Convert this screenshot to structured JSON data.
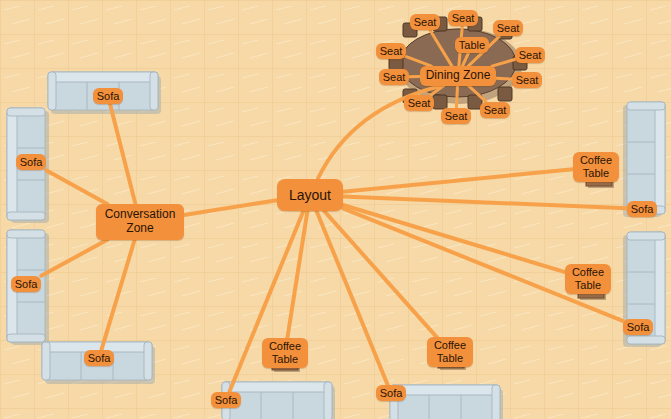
{
  "diagram": {
    "nodes": [
      {
        "text": [
          "Seat"
        ]
      },
      {
        "text": [
          "Seat"
        ]
      },
      {
        "text": [
          "Seat"
        ]
      },
      {
        "text": [
          "Table"
        ]
      },
      {
        "text": [
          "Seat"
        ]
      },
      {
        "text": [
          "Seat"
        ]
      },
      {
        "text": [
          "Dining Zone"
        ]
      },
      {
        "text": [
          "Seat"
        ]
      },
      {
        "text": [
          "Seat"
        ]
      },
      {
        "text": [
          "Sofa"
        ]
      },
      {
        "text": [
          "Seat"
        ]
      },
      {
        "text": [
          "Seat"
        ]
      },
      {
        "text": [
          "Seat"
        ]
      },
      {
        "text": [
          "Sofa"
        ]
      },
      {
        "text": [
          "Coffee Table"
        ]
      },
      {
        "text": [
          "Layout"
        ]
      },
      {
        "text": [
          "Sofa"
        ]
      },
      {
        "text": [
          "Conversation Zone"
        ]
      },
      {
        "text": [
          "Coffee Table"
        ]
      },
      {
        "text": [
          "Sofa"
        ]
      },
      {
        "text": [
          "Sofa"
        ]
      },
      {
        "text": [
          "Coffee Table"
        ]
      },
      {
        "text": [
          "Coffee Table"
        ]
      },
      {
        "text": [
          "Sofa"
        ]
      },
      {
        "text": [
          "Sofa"
        ]
      },
      {
        "text": [
          "Sofa"
        ]
      }
    ],
    "edges": [
      {
        "from": 6,
        "to": 0,
        "arrow": "none"
      },
      {
        "from": 6,
        "to": 1,
        "arrow": "none"
      },
      {
        "from": 6,
        "to": 2,
        "arrow": "none"
      },
      {
        "from": 6,
        "to": 3,
        "arrow": "none"
      },
      {
        "from": 6,
        "to": 4,
        "arrow": "none"
      },
      {
        "from": 6,
        "to": 5,
        "arrow": "none"
      },
      {
        "from": 6,
        "to": 7,
        "arrow": "none"
      },
      {
        "from": 6,
        "to": 8,
        "arrow": "none"
      },
      {
        "from": 6,
        "to": 10,
        "arrow": "none"
      },
      {
        "from": 6,
        "to": 11,
        "arrow": "none"
      },
      {
        "from": 6,
        "to": 12,
        "arrow": "none"
      },
      {
        "from": 15,
        "to": 6,
        "arrow": "none"
      },
      {
        "from": 15,
        "to": 17,
        "arrow": "none"
      },
      {
        "from": 15,
        "to": 14,
        "arrow": "none"
      },
      {
        "from": 15,
        "to": 16,
        "arrow": "none"
      },
      {
        "from": 15,
        "to": 18,
        "arrow": "none"
      },
      {
        "from": 15,
        "to": 20,
        "arrow": "none"
      },
      {
        "from": 15,
        "to": 21,
        "arrow": "none"
      },
      {
        "from": 15,
        "to": 22,
        "arrow": "none"
      },
      {
        "from": 15,
        "to": 25,
        "arrow": "none"
      },
      {
        "from": 15,
        "to": 24,
        "arrow": "none"
      },
      {
        "from": 17,
        "to": 9,
        "arrow": "none"
      },
      {
        "from": 17,
        "to": 13,
        "arrow": "none"
      },
      {
        "from": 17,
        "to": 19,
        "arrow": "none"
      },
      {
        "from": 17,
        "to": 23,
        "arrow": "none"
      }
    ]
  }
}
